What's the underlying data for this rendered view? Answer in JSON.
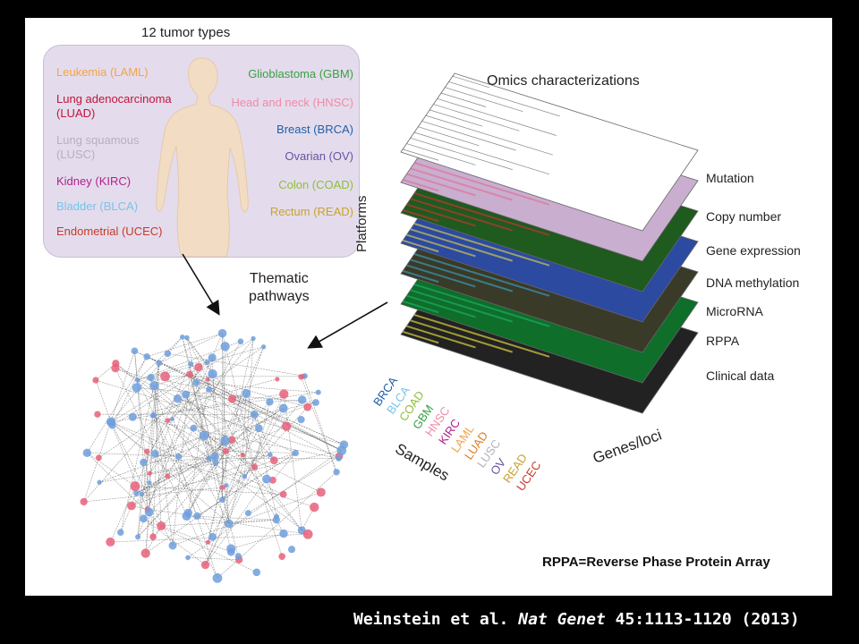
{
  "title_tumors": "12 tumor types",
  "tumors_left": [
    {
      "label": "Leukemia (LAML)",
      "color": "#f2a44a"
    },
    {
      "label": "Lung adenocarcinoma\n(LUAD)",
      "color": "#c0143c"
    },
    {
      "label": "Lung squamous\n(LUSC)",
      "color": "#b5b0bf"
    },
    {
      "label": "Kidney (KIRC)",
      "color": "#b2218f"
    },
    {
      "label": "Bladder (BLCA)",
      "color": "#76c4e8"
    },
    {
      "label": "Endometrial (UCEC)",
      "color": "#c8382a"
    }
  ],
  "tumors_right": [
    {
      "label": "Glioblastoma (GBM)",
      "color": "#3aa043"
    },
    {
      "label": "Head and neck (HNSC)",
      "color": "#f08aa8"
    },
    {
      "label": "Breast (BRCA)",
      "color": "#1f5fa8"
    },
    {
      "label": "Ovarian (OV)",
      "color": "#6a52a3"
    },
    {
      "label": "Colon (COAD)",
      "color": "#8dbf3a"
    },
    {
      "label": "Rectum (READ)",
      "color": "#c9a32a"
    }
  ],
  "omics_title": "Omics characterizations",
  "platforms_label": "Platforms",
  "layers": [
    "Mutation",
    "Copy number",
    "Gene expression",
    "DNA methylation",
    "MicroRNA",
    "RPPA",
    "Clinical data"
  ],
  "thematic_label": "Thematic\npathways",
  "samples_label": "Samples",
  "genes_label": "Genes/loci",
  "sample_codes": [
    {
      "code": "BRCA",
      "color": "#1f5fa8"
    },
    {
      "code": "BLCA",
      "color": "#76c4e8"
    },
    {
      "code": "COAD",
      "color": "#8dbf3a"
    },
    {
      "code": "GBM",
      "color": "#3aa043"
    },
    {
      "code": "HNSC",
      "color": "#f08aa8"
    },
    {
      "code": "KIRC",
      "color": "#b2218f"
    },
    {
      "code": "LAML",
      "color": "#f2a44a"
    },
    {
      "code": "LUAD",
      "color": "#e07b22"
    },
    {
      "code": "LUSC",
      "color": "#b5b0bf"
    },
    {
      "code": "OV",
      "color": "#6a52a3"
    },
    {
      "code": "READ",
      "color": "#c9a32a"
    },
    {
      "code": "UCEC",
      "color": "#c8382a"
    }
  ],
  "rppa_note": "RPPA=Reverse Phase  Protein Array",
  "citation": {
    "authors": "Weinstein et al.",
    "journal": "Nat Genet",
    "ref": "45:1113-1120 (2013)"
  }
}
